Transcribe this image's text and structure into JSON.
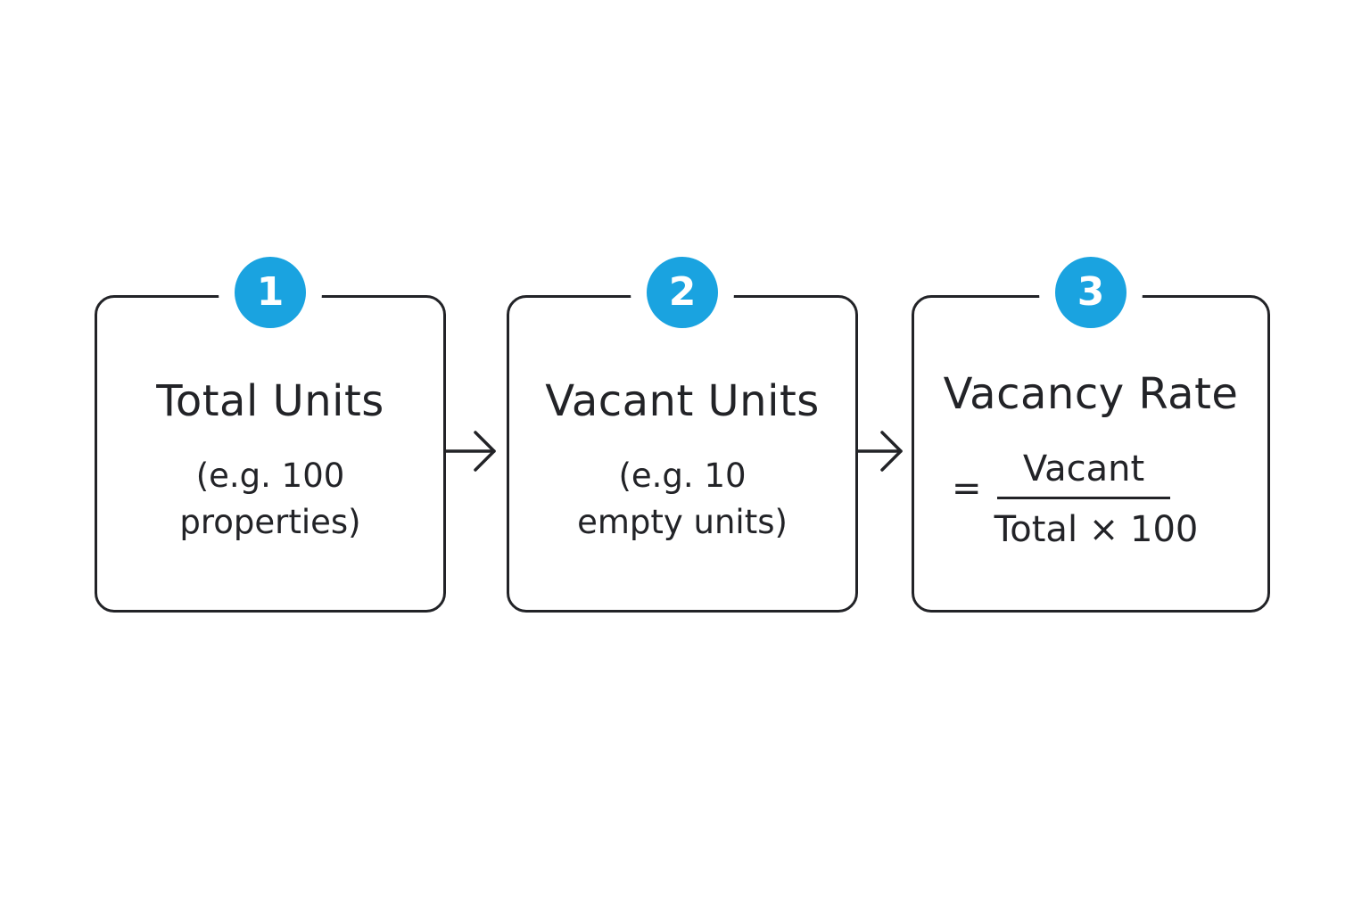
{
  "colors": {
    "badge": "#1aa3e0",
    "stroke": "#222327",
    "text": "#222327",
    "background": "#ffffff"
  },
  "steps": [
    {
      "number": "1",
      "title": "Total Units",
      "example_line1": "(e.g. 100",
      "example_line2": "properties)"
    },
    {
      "number": "2",
      "title": "Vacant Units",
      "example_line1": "(e.g. 10",
      "example_line2": "empty units)"
    },
    {
      "number": "3",
      "title": "Vacancy Rate",
      "formula": {
        "equals": "=",
        "numerator": "Vacant",
        "denominator": "Total × 100"
      }
    }
  ],
  "arrows": [
    {
      "from": "1",
      "to": "2",
      "icon": "arrow-right-icon"
    },
    {
      "from": "2",
      "to": "3",
      "icon": "arrow-right-icon"
    }
  ]
}
